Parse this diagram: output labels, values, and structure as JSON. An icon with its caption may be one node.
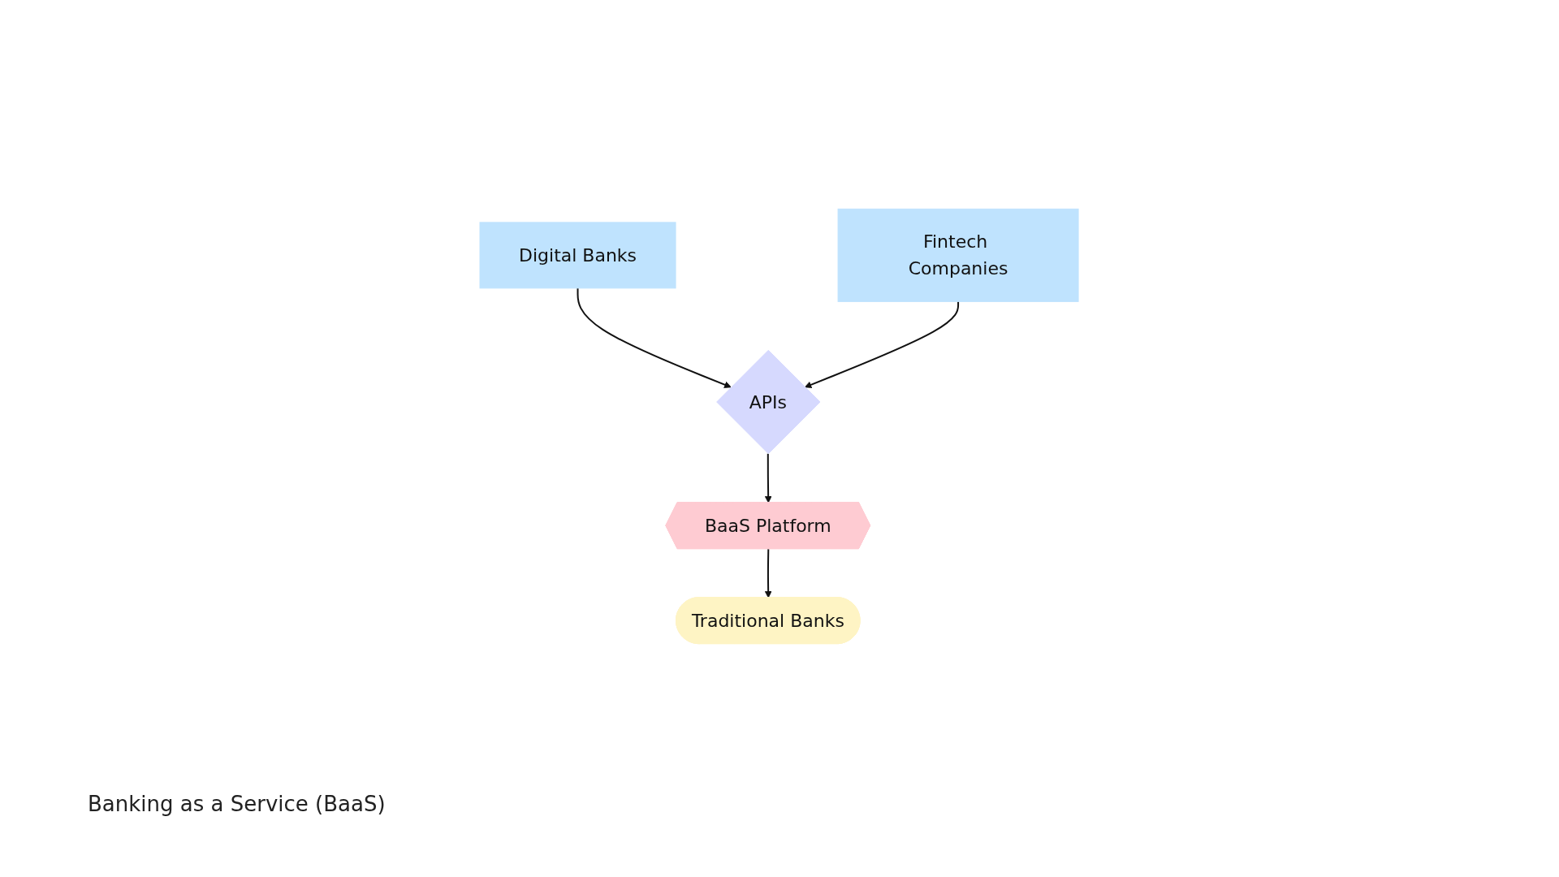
{
  "diagram": {
    "caption": "Banking as a Service (BaaS)",
    "nodes": [
      {
        "text": [
          "Digital Banks"
        ]
      },
      {
        "text": [
          "Fintech Companies"
        ]
      },
      {
        "text": [
          "APIs"
        ]
      },
      {
        "text": [
          "BaaS Platform"
        ]
      },
      {
        "text": [
          "Traditional Banks"
        ]
      }
    ],
    "edges": [
      {
        "from": 0,
        "to": 2,
        "arrow": "to"
      },
      {
        "from": 1,
        "to": 2,
        "arrow": "to"
      },
      {
        "from": 2,
        "to": 3,
        "arrow": "to"
      },
      {
        "from": 3,
        "to": 4,
        "arrow": "to"
      }
    ]
  }
}
